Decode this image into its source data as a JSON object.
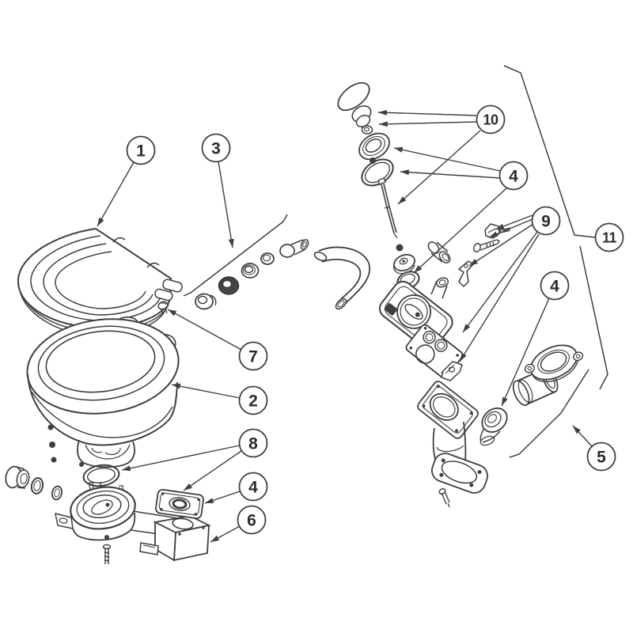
{
  "figure": {
    "kind": "exploded-parts-diagram",
    "background_color": "#ffffff",
    "ink_color": "#3f3f3f",
    "callouts": {
      "c1": {
        "label": "1"
      },
      "c2": {
        "label": "2"
      },
      "c3": {
        "label": "3"
      },
      "c4a": {
        "label": "4"
      },
      "c4b": {
        "label": "4"
      },
      "c4c": {
        "label": "4"
      },
      "c5": {
        "label": "5"
      },
      "c6": {
        "label": "6"
      },
      "c7": {
        "label": "7"
      },
      "c8": {
        "label": "8"
      },
      "c9": {
        "label": "9"
      },
      "c10": {
        "label": "10"
      },
      "c11": {
        "label": "11"
      }
    }
  }
}
